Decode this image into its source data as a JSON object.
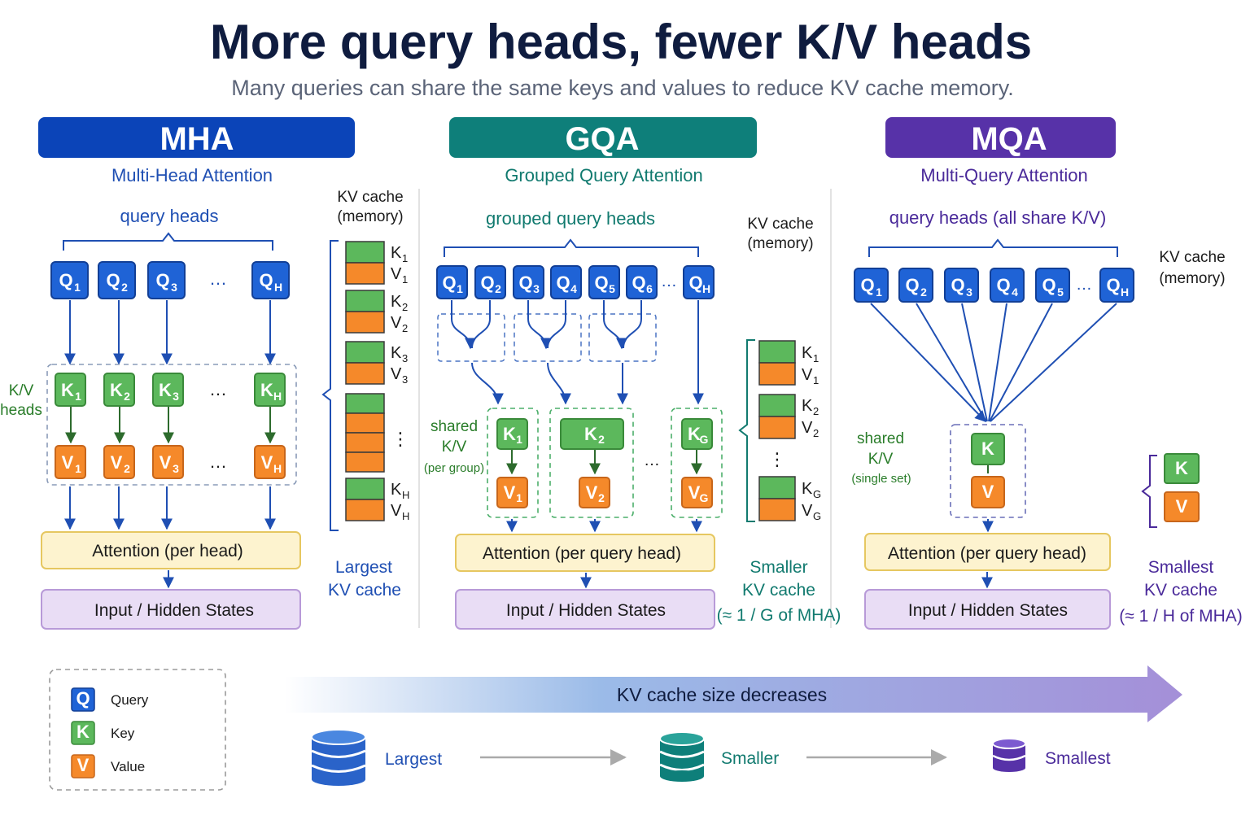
{
  "header": {
    "title": "More query heads, fewer K/V heads",
    "subtitle": "Many queries can share the same keys and values to reduce KV cache memory."
  },
  "common": {
    "kv_cache": "KV cache",
    "memory": "(memory)",
    "ellipsis": "…",
    "vdots": "⋮",
    "q": "Q",
    "k": "K",
    "v": "V"
  },
  "mha": {
    "banner": "MHA",
    "name": "Multi-Head Attention",
    "query_label": "query heads",
    "kv_label_1": "K/V",
    "kv_label_2": "heads",
    "q_subs": [
      "1",
      "2",
      "3",
      "H"
    ],
    "cache_subs": [
      "1",
      "2",
      "3",
      "H"
    ],
    "attention": "Attention (per head)",
    "input": "Input / Hidden States",
    "note_1": "Largest",
    "note_2": "KV cache"
  },
  "gqa": {
    "banner": "GQA",
    "name": "Grouped Query Attention",
    "query_label": "grouped query heads",
    "q_subs": [
      "1",
      "2",
      "3",
      "4",
      "5",
      "6",
      "H"
    ],
    "kv_subs": [
      "1",
      "2",
      "G"
    ],
    "cache_subs": [
      "1",
      "2",
      "G"
    ],
    "shared_1": "shared",
    "shared_2": "K/V",
    "shared_3": "(per group)",
    "attention": "Attention (per query head)",
    "input": "Input / Hidden States",
    "note_1": "Smaller",
    "note_2": "KV cache",
    "note_3": "(≈ 1 / G of MHA)"
  },
  "mqa": {
    "banner": "MQA",
    "name": "Multi-Query Attention",
    "query_label": "query heads (all share K/V)",
    "q_subs": [
      "1",
      "2",
      "3",
      "4",
      "5",
      "H"
    ],
    "shared_1": "shared",
    "shared_2": "K/V",
    "shared_3": "(single set)",
    "attention": "Attention (per query head)",
    "input": "Input / Hidden States",
    "note_1": "Smallest",
    "note_2": "KV cache",
    "note_3": "(≈ 1 / H of MHA)"
  },
  "legend": {
    "items": [
      {
        "letter": "Q",
        "label": "Query"
      },
      {
        "letter": "K",
        "label": "Key"
      },
      {
        "letter": "V",
        "label": "Value"
      }
    ]
  },
  "bottom": {
    "arrow_label": "KV cache size decreases",
    "stages": [
      "Largest",
      "Smaller",
      "Smallest"
    ]
  },
  "colors": {
    "query": "#1f63d6",
    "key": "#5cb85c",
    "value": "#f5892a",
    "mha": "#0b44b8",
    "gqa": "#0e7f7a",
    "mqa": "#5732a8",
    "attention_fill": "#fdf3cf",
    "input_fill": "#e9ddf5"
  }
}
